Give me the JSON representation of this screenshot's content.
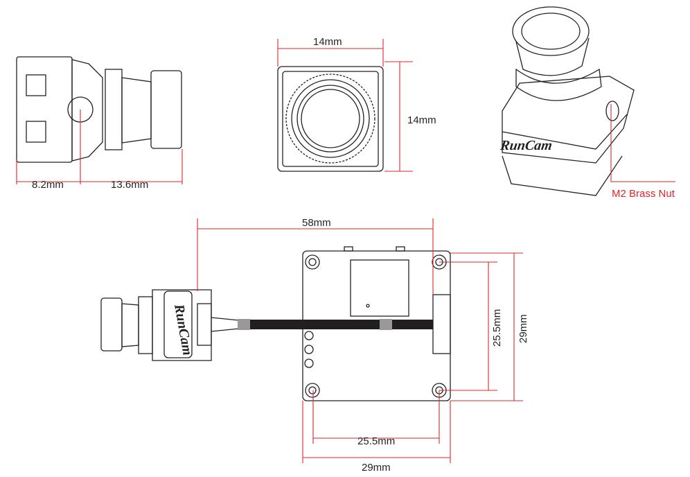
{
  "side_view": {
    "dim_left": "8.2mm",
    "dim_right": "13.6mm"
  },
  "front_view": {
    "dim_width": "14mm",
    "dim_height": "14mm"
  },
  "iso_view": {
    "logo": "RunCam",
    "callout": "M2 Brass Nut"
  },
  "assembly": {
    "dim_length": "58mm",
    "dim_hole_spacing_vertical": "25.5mm",
    "dim_board_height": "29mm",
    "dim_hole_spacing_horizontal": "25.5mm",
    "dim_board_width": "29mm",
    "logo": "RunCam"
  },
  "colors": {
    "dimension": "#e0242b",
    "line": "#231f20"
  }
}
